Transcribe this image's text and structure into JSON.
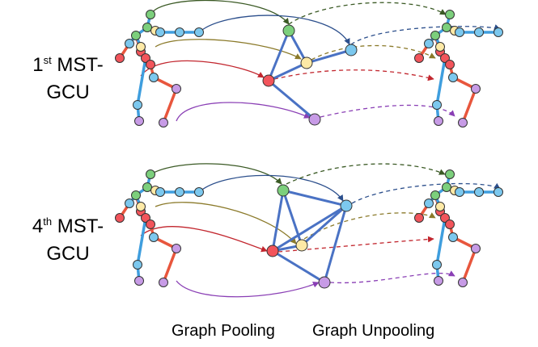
{
  "row1": {
    "ordinal": "1",
    "suffix": "st",
    "line1": " MST-",
    "line2": "GCU"
  },
  "row2": {
    "ordinal": "4",
    "suffix": "th",
    "line1": " MST-",
    "line2": "GCU"
  },
  "captions": {
    "pooling": "Graph Pooling",
    "unpooling": "Graph Unpooling"
  },
  "colors": {
    "green": "#7ccf7c",
    "yellow": "#fde9a6",
    "blue": "#7cc8ee",
    "red": "#f2545b",
    "purple": "#c79be6",
    "bone_blue": "#3f9ede",
    "bone_red": "#e8563d",
    "pool_edge": "#4a72c4",
    "arc_dark": "#3b5a25",
    "arc_blue": "#2c4f8c",
    "arc_olive": "#8b7a2a",
    "arc_red": "#c2262e",
    "arc_purple": "#8a3fb5"
  }
}
